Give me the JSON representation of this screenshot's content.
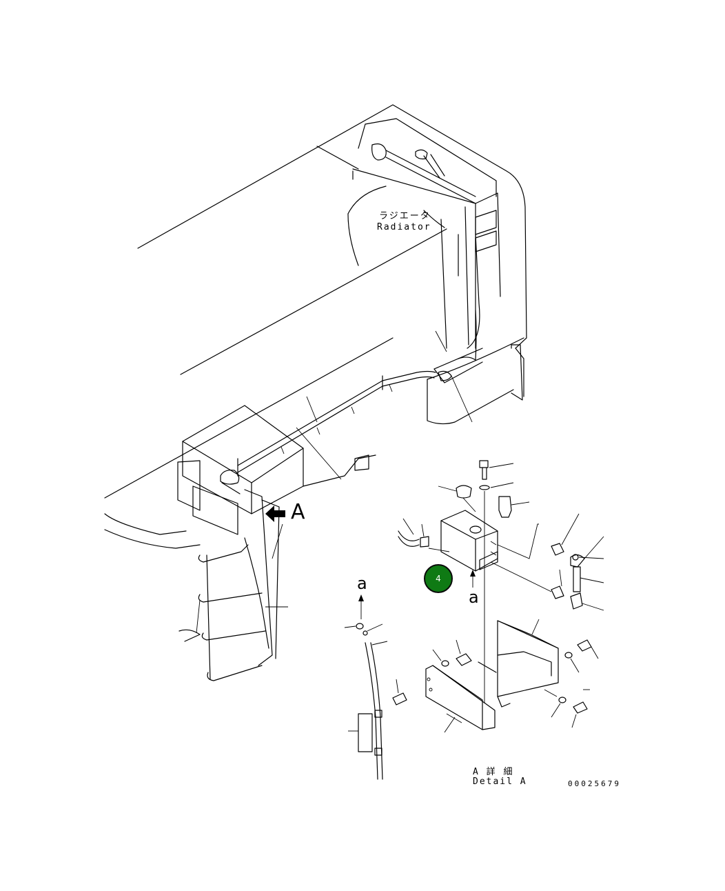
{
  "labels": {
    "radiator_jp": "ラジエータ",
    "radiator_en": "Radiator",
    "view_arrow": "A",
    "section_a_left": "a",
    "section_a_right": "a",
    "detail_jp": "A 詳 細",
    "detail_en": "Detail A",
    "drawing_number": "00025679"
  },
  "callout": {
    "number": "4",
    "color": "#0f7a14"
  },
  "icons": [
    "view-direction-arrow-icon",
    "section-arrow-icon"
  ]
}
